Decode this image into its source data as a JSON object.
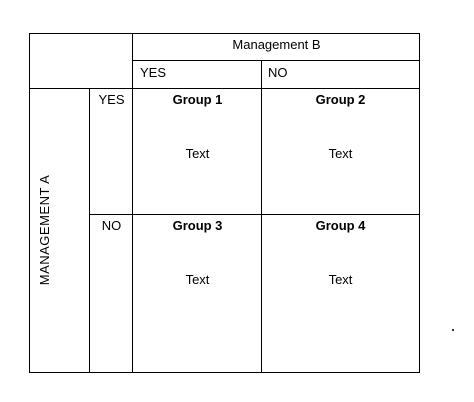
{
  "header": {
    "management_b": "Management B",
    "b_yes": "YES",
    "b_no": "NO"
  },
  "side": {
    "management_a": "MANAGEMENT  A",
    "a_yes": "YES",
    "a_no": "NO"
  },
  "cells": [
    {
      "title": "Group 1",
      "text": "Text"
    },
    {
      "title": "Group 2",
      "text": "Text"
    },
    {
      "title": "Group 3",
      "text": "Text"
    },
    {
      "title": "Group 4",
      "text": "Text"
    }
  ]
}
